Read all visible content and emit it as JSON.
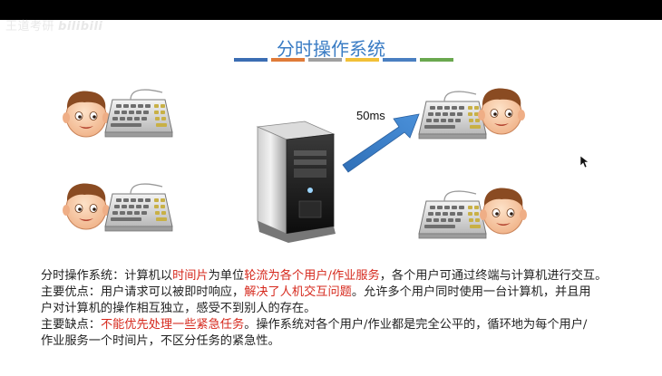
{
  "header": {
    "watermark_text": "王道考研",
    "watermark_brand": "bilibili"
  },
  "slide": {
    "title": "分时操作系统",
    "accent_bars": [
      "#3b6db3",
      "#e07b39",
      "#a0a0a0",
      "#f2c037",
      "#4a7fc1",
      "#6aa84f"
    ],
    "arrow_label": "50ms",
    "paragraphs": [
      {
        "parts": [
          {
            "text": "分时操作系统：计算机以",
            "red": false
          },
          {
            "text": "时间片",
            "red": true
          },
          {
            "text": "为单位",
            "red": false
          },
          {
            "text": "轮流为各个用户/作业服务",
            "red": true
          },
          {
            "text": "，各个用户可通过终端与计算机进行交互。",
            "red": false
          }
        ]
      },
      {
        "parts": [
          {
            "text": "主要优点：用户请求可以被即时响应，",
            "red": false
          },
          {
            "text": "解决了人机交互问题",
            "red": true
          },
          {
            "text": "。允许多个用户同时使用一台计算机，并且用",
            "red": false
          }
        ]
      },
      {
        "parts": [
          {
            "text": "户对计算机的操作相互独立，感受不到别人的存在。",
            "red": false
          }
        ]
      },
      {
        "parts": [
          {
            "text": "主要缺点：",
            "red": false
          },
          {
            "text": "不能优先处理一些紧急任务",
            "red": true
          },
          {
            "text": "。操作系统对各个用户/作业都是完全公平的，循环地为每个用户/",
            "red": false
          }
        ]
      },
      {
        "parts": [
          {
            "text": "作业服务一个时间片，不区分任务的紧急性。",
            "red": false
          }
        ]
      }
    ]
  },
  "icons": {
    "user": "user-face-icon",
    "keyboard": "keyboard-icon",
    "server": "server-tower-icon",
    "arrow": "arrow-icon",
    "cursor": "mouse-cursor-icon"
  }
}
